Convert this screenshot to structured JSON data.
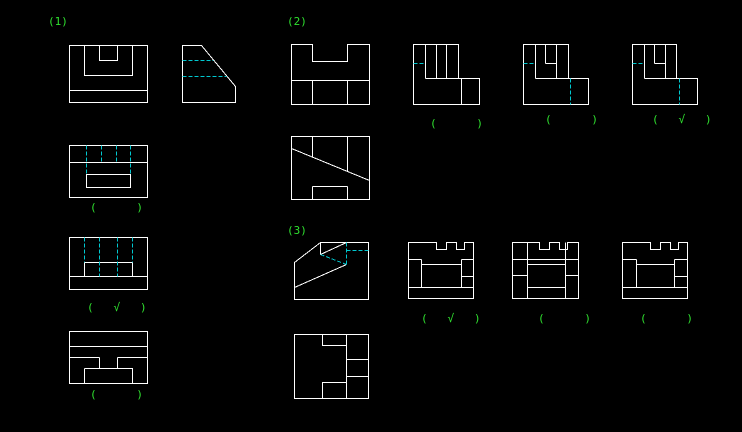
{
  "section_labels": {
    "s1": "(1)",
    "s2": "(2)",
    "s3": "(3)"
  },
  "answer_brackets": {
    "s1_opt_a": "(      )",
    "s1_opt_b": "(   √   )",
    "s1_opt_c": "(      )",
    "s2_opt_a": "(      )",
    "s2_opt_b": "(      )",
    "s2_opt_c": "(   √   )",
    "s3_opt_a": "(   √   )",
    "s3_opt_b": "(      )",
    "s3_opt_c": "(      )"
  },
  "colors": {
    "background": "#000000",
    "visible_line": "#ffffff",
    "hidden_line": "#00c8d0",
    "label_text": "#2fe02f"
  }
}
